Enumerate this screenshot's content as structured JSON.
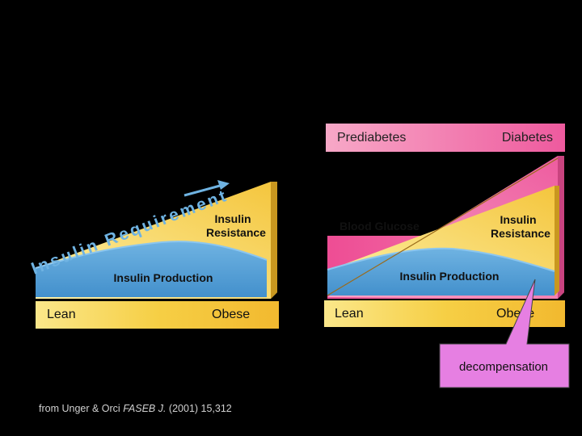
{
  "left_panel": {
    "insulin_requirement": "Insulin Requirement",
    "insulin_resistance_line1": "Insulin",
    "insulin_resistance_line2": "Resistance",
    "insulin_production": "Insulin Production",
    "lean": "Lean",
    "obese": "Obese"
  },
  "right_panel": {
    "prediabetes": "Prediabetes",
    "diabetes": "Diabetes",
    "blood_glucose": "Blood Glucose",
    "insulin_resistance_line1": "Insulin",
    "insulin_resistance_line2": "Resistance",
    "insulin_production": "Insulin Production",
    "lean": "Lean",
    "obese": "Obese"
  },
  "callout": {
    "text": "decompensation"
  },
  "citation": {
    "prefix": "from Unger & Orci ",
    "journal": "FASEB J.",
    "suffix": " (2001) 15,312"
  },
  "colors": {
    "yellow": "#f6cf45",
    "yellow_light": "#fdf1a8",
    "blue": "#4f9fd6",
    "blue_light": "#bfe0f6",
    "pink": "#f28cb4",
    "magenta": "#ee4d94",
    "callout_fill": "#e67fe2"
  }
}
